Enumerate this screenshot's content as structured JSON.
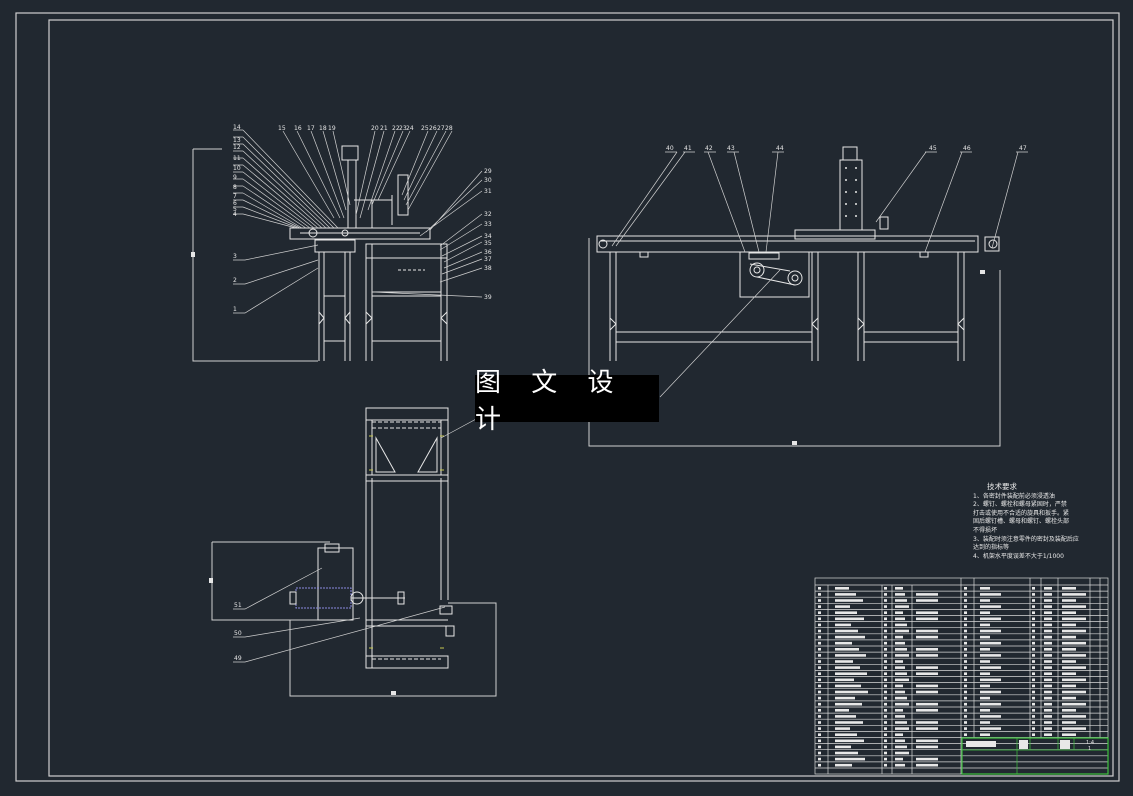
{
  "watermark": "图 文 设 计",
  "tech_requirements": {
    "title": "技术要求",
    "lines": [
      "1、各密封件装配前必须浸透油",
      "2、螺钉、螺栓和螺母紧固时，严禁",
      "打击或使用不合适的旋具和扳手。紧",
      "固后螺钉槽、螺母和螺钉、螺栓头部",
      "不得损坏",
      "3、装配时须注意零件的密封及装配后应",
      "达到的指标等",
      "4、机架水平度误差不大于1/1000"
    ]
  },
  "title_block": {
    "scale": "1:4",
    "sheet": "1"
  },
  "view1_labels": {
    "left": [
      "14",
      "13",
      "12",
      "11",
      "10",
      "9",
      "8",
      "7",
      "6",
      "5",
      "4",
      "3",
      "2",
      "1"
    ],
    "top": [
      "15",
      "16",
      "17",
      "18",
      "19",
      "20",
      "21",
      "22",
      "23",
      "24",
      "25",
      "26",
      "27",
      "28"
    ],
    "right": [
      "29",
      "30",
      "31",
      "32",
      "33",
      "34",
      "35",
      "36",
      "37",
      "38",
      "39"
    ]
  },
  "view2_labels": [
    "40",
    "41",
    "42",
    "43",
    "44",
    "45",
    "46",
    "47"
  ],
  "view3_labels": [
    "51",
    "50",
    "49"
  ]
}
